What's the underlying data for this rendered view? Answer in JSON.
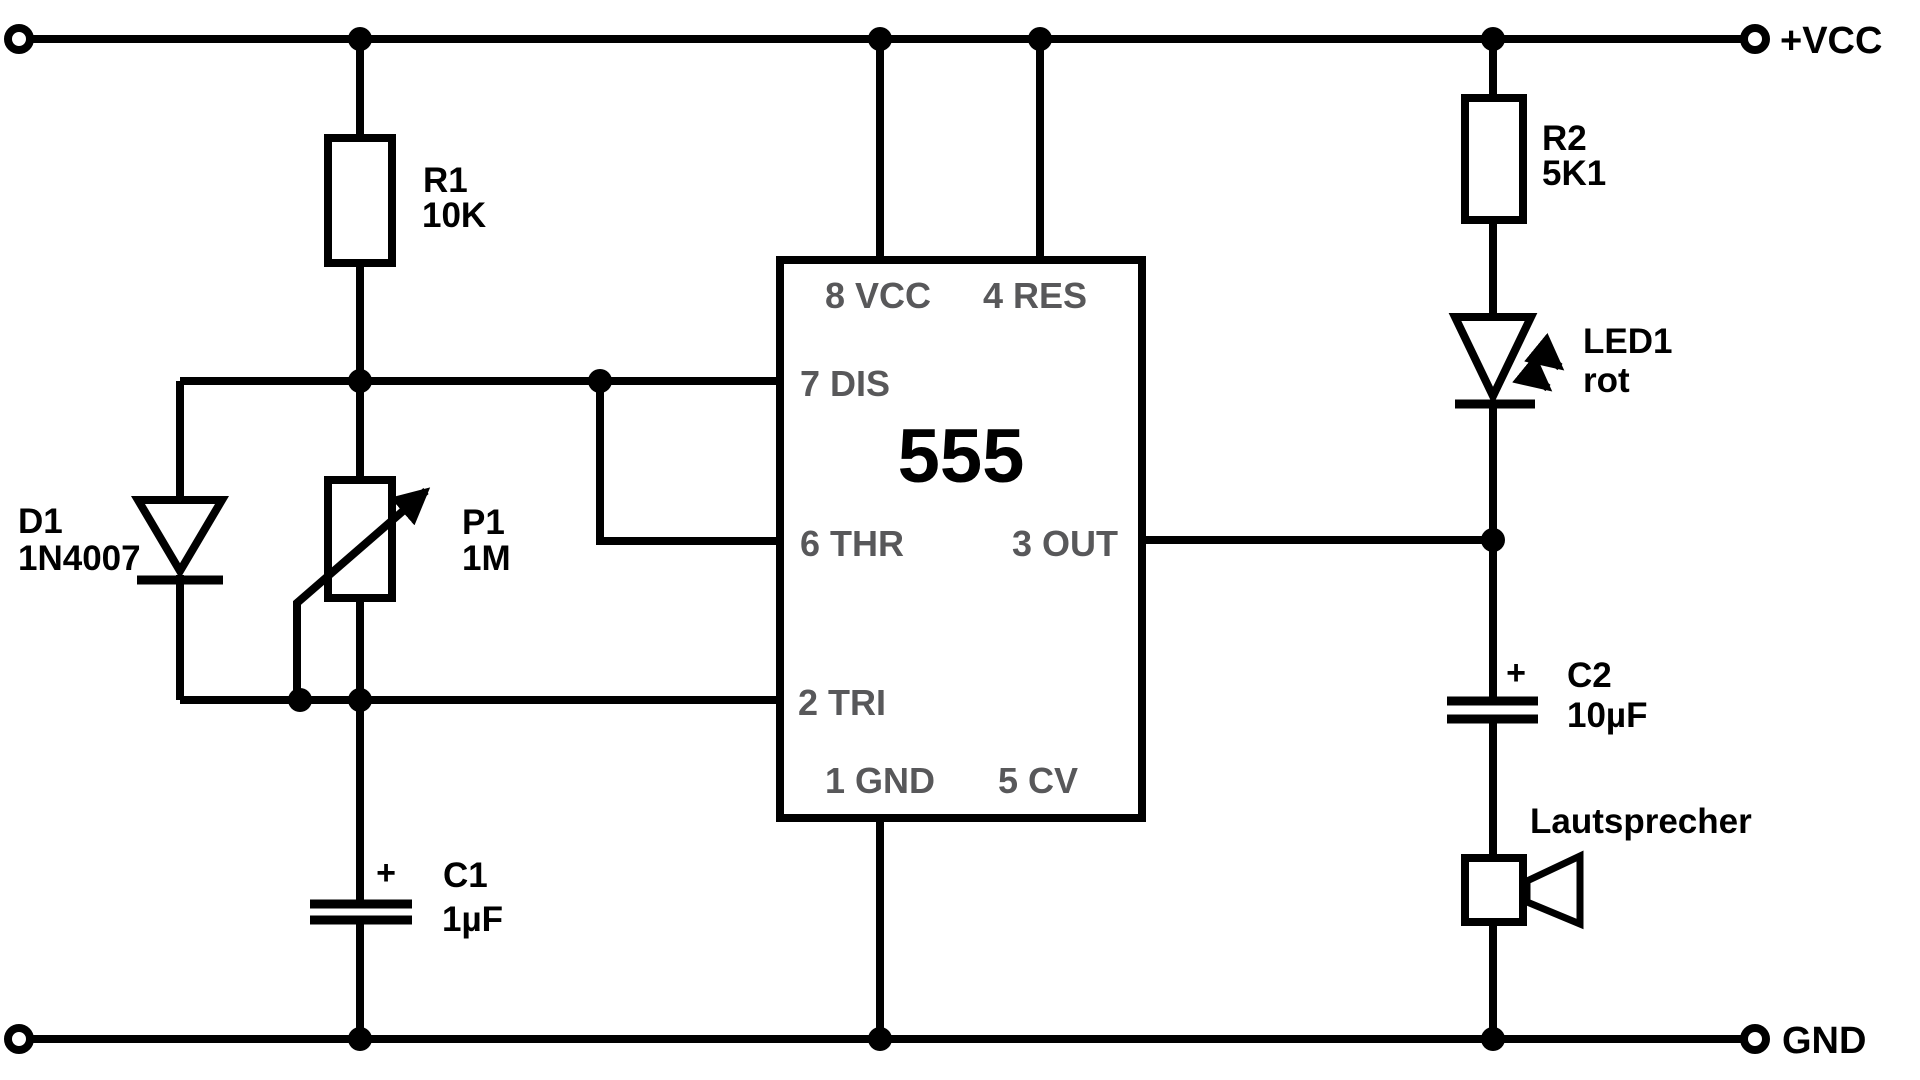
{
  "colors": {
    "line": "#000000",
    "pin-text": "#58585a",
    "bg": "#ffffff"
  },
  "terminals": {
    "vcc": "+VCC",
    "gnd": "GND"
  },
  "ic555": {
    "label": "555",
    "pins": {
      "p8": "8 VCC",
      "p4": "4 RES",
      "p7": "7 DIS",
      "p6": "6 THR",
      "p3": "3 OUT",
      "p2": "2 TRI",
      "p1": "1 GND",
      "p5": "5 CV"
    }
  },
  "components": {
    "r1": {
      "ref": "R1",
      "value": "10K"
    },
    "r2": {
      "ref": "R2",
      "value": "5K1"
    },
    "p1": {
      "ref": "P1",
      "value": "1M"
    },
    "d1": {
      "ref": "D1",
      "value": "1N4007"
    },
    "c1": {
      "ref": "C1",
      "value": "1µF",
      "polarity": "+"
    },
    "c2": {
      "ref": "C2",
      "value": "10µF",
      "polarity": "+"
    },
    "led1": {
      "ref": "LED1",
      "value": "rot"
    },
    "speaker": {
      "label": "Lautsprecher"
    }
  }
}
